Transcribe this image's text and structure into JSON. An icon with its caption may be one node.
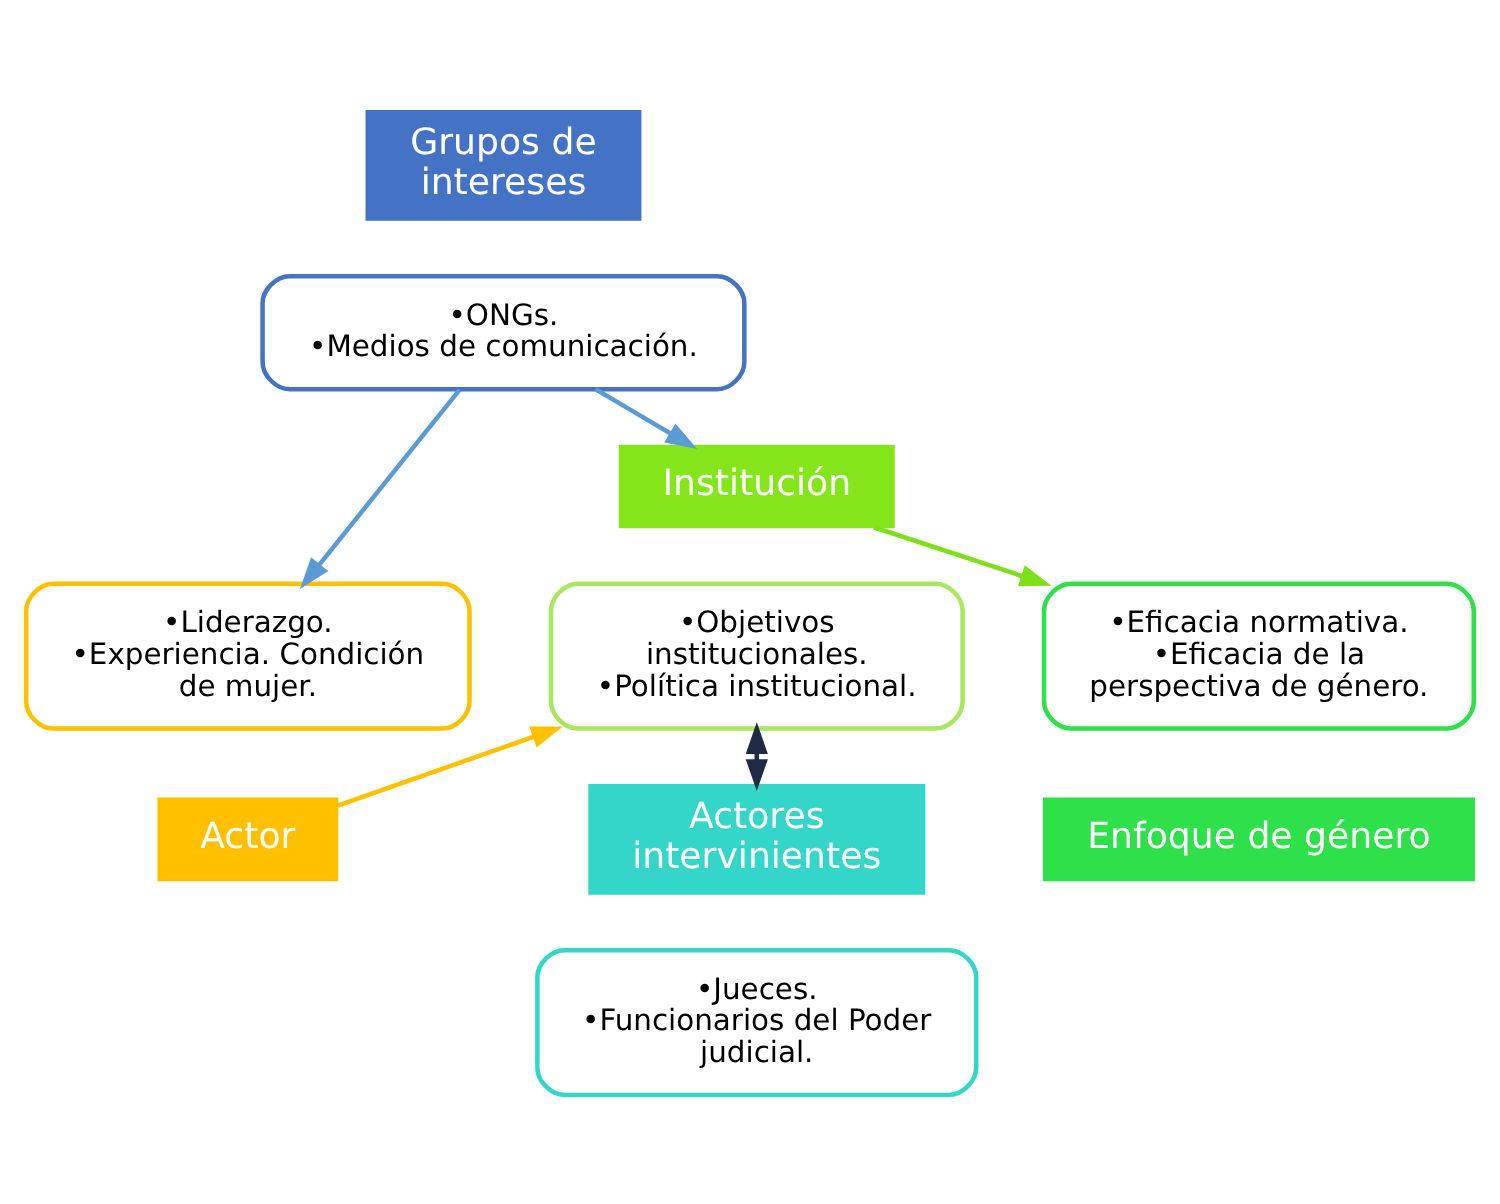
{
  "diagram": {
    "nodes": [
      {
        "text": [
          "Grupos de intereses"
        ]
      },
      {
        "text": [
          "•ONGs.",
          "•Medios de comunicación."
        ]
      },
      {
        "text": [
          "•Liderazgo.",
          "•Experiencia. Condición de mujer."
        ]
      },
      {
        "text": [
          "Actor"
        ]
      },
      {
        "text": [
          "Institución"
        ]
      },
      {
        "text": [
          "•Objetivos institucionales.",
          "•Política institucional."
        ]
      },
      {
        "text": [
          "•Eficacia normativa.",
          "•Eficacia de la perspectiva de género."
        ]
      },
      {
        "text": [
          "Enfoque de género"
        ]
      },
      {
        "text": [
          "Actores intervinientes"
        ]
      },
      {
        "text": [
          "•Jueces.",
          "•Funcionarios del Poder judicial."
        ]
      }
    ],
    "edges": [
      {
        "from": 1,
        "to": 2,
        "arrow": "to",
        "color": "#5b9bd5"
      },
      {
        "from": 1,
        "to": 4,
        "arrow": "to",
        "color": "#5b9bd5"
      },
      {
        "from": 4,
        "to": 6,
        "arrow": "to",
        "color": "#7ee01a"
      },
      {
        "from": 3,
        "to": 5,
        "arrow": "to",
        "color": "#ffc000"
      },
      {
        "from": 5,
        "to": 8,
        "arrow": "both",
        "color": "#1f2a44"
      }
    ]
  }
}
